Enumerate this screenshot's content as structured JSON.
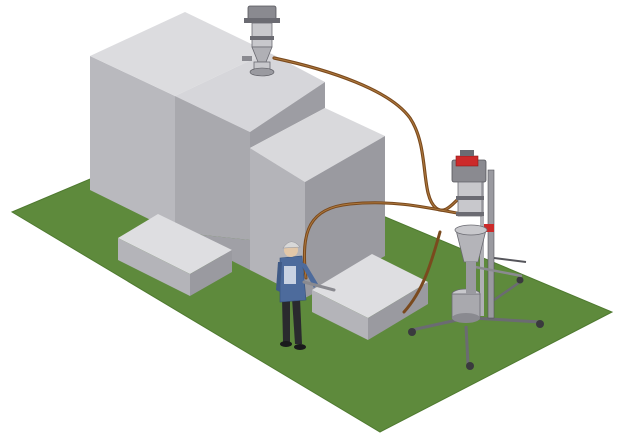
{
  "scene": {
    "description_visible_text": "",
    "colors": {
      "ground": "#5e8a3c",
      "ground_edge": "#4f7a30",
      "box_top": "#d9d9dc",
      "box_left": "#b9b9be",
      "box_right": "#9d9da3",
      "hose": "#7a4a1e",
      "hose_highlight": "#b07a3e",
      "metal_light": "#c8c8cc",
      "metal_dark": "#6b6b72",
      "accent_red": "#cc2a2a",
      "worker_shirt": "#4d6b9c",
      "worker_pants": "#2a2a2e",
      "worker_helmet": "#d8d8d8"
    },
    "objects": [
      "ground-plane",
      "storage-bin-large",
      "pallet-box-left",
      "pallet-box-right",
      "vacuum-receiver-top",
      "vacuum-conveying-hose",
      "operator-worker",
      "mobile-conveyor-frame"
    ]
  }
}
